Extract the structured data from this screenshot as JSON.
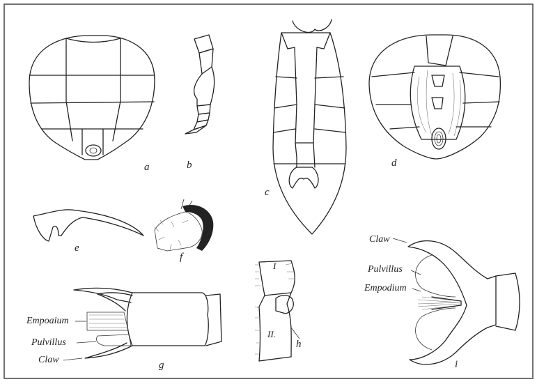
{
  "figure_labels": {
    "a": "a",
    "b": "b",
    "c": "c",
    "d": "d",
    "e": "e",
    "f": "f",
    "g": "g",
    "h": "h",
    "i": "i"
  },
  "annotations": {
    "g_empodium": "Empoaium",
    "g_pulvillus": "Pulvillus",
    "g_claw": "Claw",
    "h_segment_1": "I",
    "h_segment_2": "II.",
    "i_claw": "Claw",
    "i_pulvillus": "Pulvillus",
    "i_empodium": "Empodium"
  },
  "colors": {
    "ink": "#222222",
    "background": "#ffffff",
    "border": "#444444"
  }
}
